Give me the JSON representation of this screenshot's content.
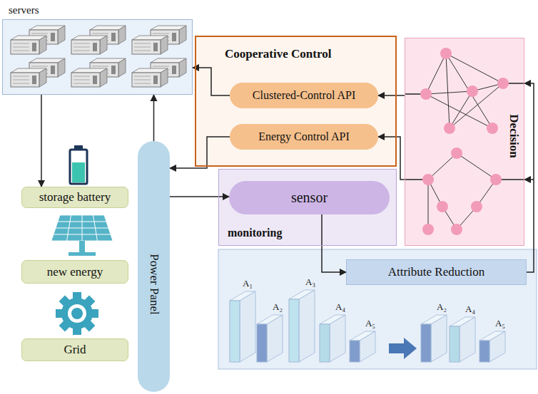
{
  "diagram": {
    "nodes": [
      {
        "text": [
          "servers"
        ]
      },
      {
        "text": [
          "Cooperative Control"
        ]
      },
      {
        "text": [
          "Clustered-Control API"
        ],
        "in": 1
      },
      {
        "text": [
          "Energy Control API"
        ],
        "in": 1
      },
      {
        "text": [
          "Decision"
        ]
      },
      {
        "text": [
          "storage battery"
        ]
      },
      {
        "text": [
          "Power Panel"
        ]
      },
      {
        "text": [
          "monitoring"
        ]
      },
      {
        "text": [
          "sensor"
        ],
        "in": 7
      },
      {
        "text": [
          "new energy"
        ]
      },
      {
        "text": [
          "Grid"
        ]
      },
      {
        "text": [
          "Attribute Reduction"
        ]
      }
    ],
    "edges": [
      {
        "from": 0,
        "to": 5,
        "arrow": "to"
      },
      {
        "from": 6,
        "to": 0,
        "arrow": "to"
      },
      {
        "from": 2,
        "to": 0,
        "arrow": "to"
      },
      {
        "from": 3,
        "to": 6,
        "arrow": "to"
      },
      {
        "from": 6,
        "to": 8,
        "arrow": "to"
      },
      {
        "from": 8,
        "to": 11,
        "arrow": "to"
      },
      {
        "from": 11,
        "to": 4,
        "arrow": "to"
      },
      {
        "from": 4,
        "to": 2,
        "arrow": "to"
      },
      {
        "from": 4,
        "to": 3,
        "arrow": "to"
      }
    ],
    "labels": [
      "A₁",
      "A₂",
      "A₃",
      "A₄",
      "A₅",
      "A₂",
      "A₄",
      "A₅"
    ]
  }
}
